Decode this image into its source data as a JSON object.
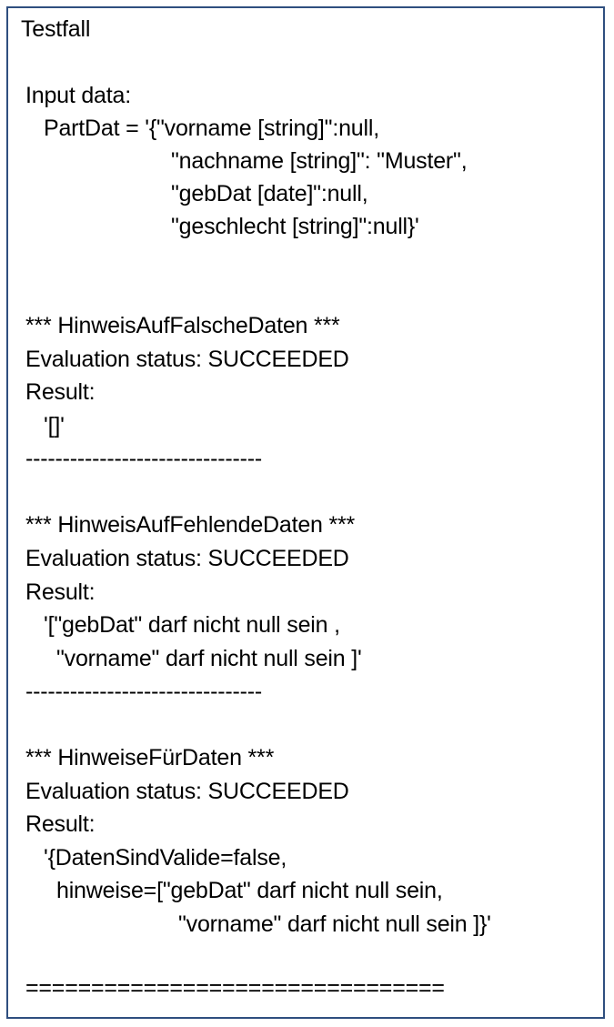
{
  "title": "Testfall",
  "input": {
    "label": "Input data:",
    "line1": "PartDat = '{\"vorname [string]\":null,",
    "line2": "\"nachname [string]\": \"Muster\",",
    "line3": "\"gebDat [date]\":null,",
    "line4": "\"geschlecht [string]\":null}'"
  },
  "sections": [
    {
      "header": "*** HinweisAufFalscheDaten ***",
      "status": "Evaluation status: SUCCEEDED",
      "result_label": "Result:",
      "result_lines": [
        "'[]'"
      ],
      "separator": "--------------------------------"
    },
    {
      "header": "*** HinweisAufFehlendeDaten ***",
      "status": "Evaluation status: SUCCEEDED",
      "result_label": "Result:",
      "result_lines": [
        "'[\"gebDat\" darf nicht null sein ,",
        "\"vorname\" darf nicht null sein ]'"
      ],
      "separator": "--------------------------------"
    },
    {
      "header": "*** HinweiseFürDaten ***",
      "status": "Evaluation status: SUCCEEDED",
      "result_label": "Result:",
      "result_lines": [
        "'{DatenSindValide=false,",
        "hinweise=[\"gebDat\" darf nicht null sein,",
        "\"vorname\" darf nicht null sein ]}'"
      ],
      "separator": "================================"
    }
  ]
}
